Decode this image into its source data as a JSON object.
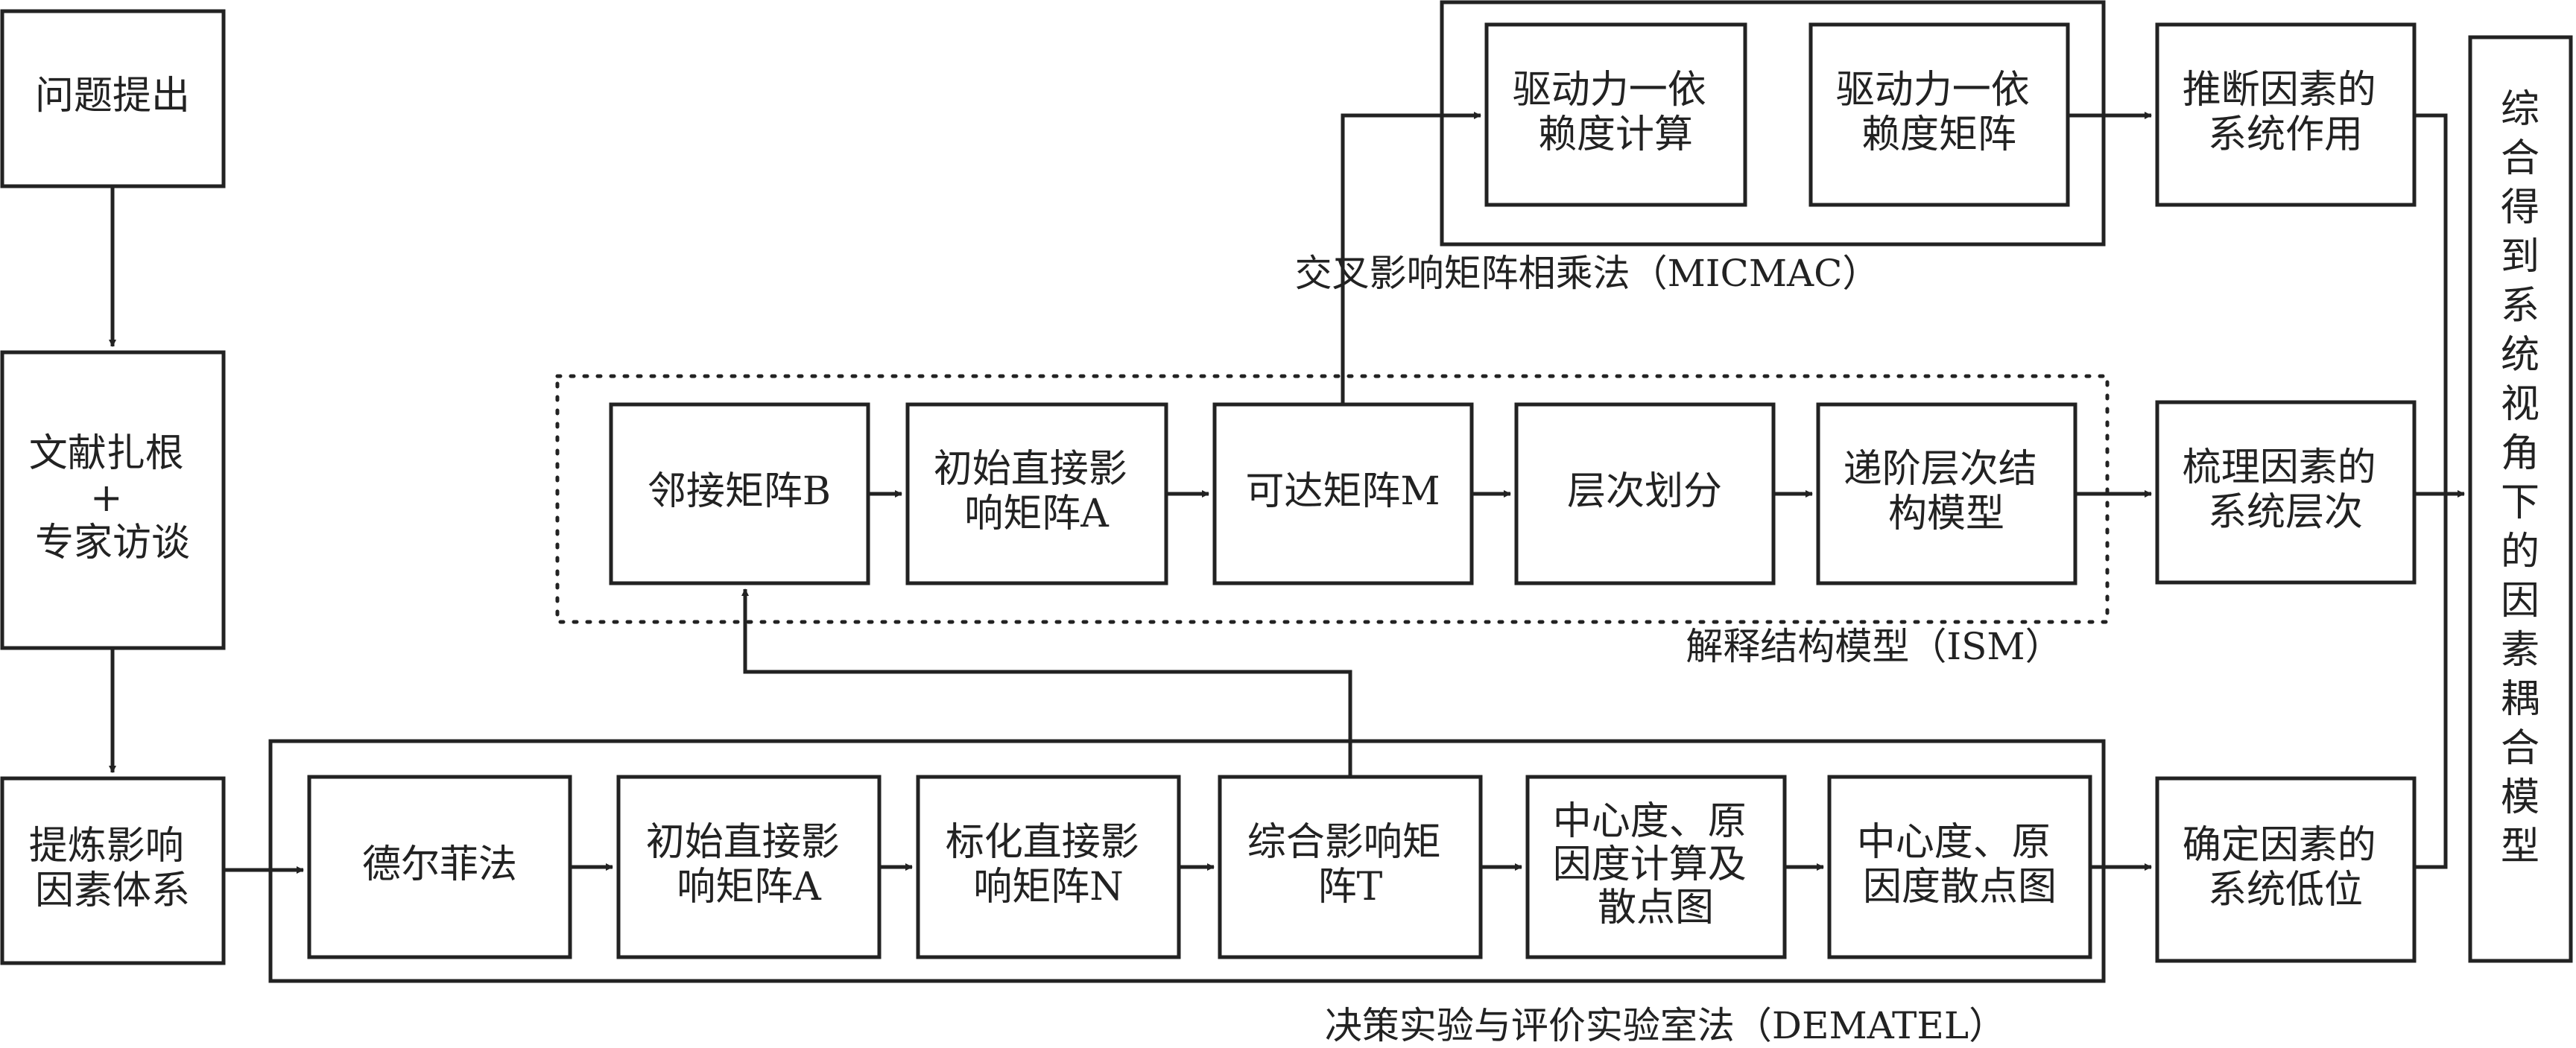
{
  "left": {
    "problem": [
      "问题提出"
    ],
    "literature": [
      "文献扎根",
      "+",
      "专家访谈"
    ],
    "factors": [
      "提炼影响",
      "因素体系"
    ]
  },
  "dematel": {
    "caption": "决策实验与评价实验室法（DEMATEL）",
    "delphi": [
      "德尔菲法"
    ],
    "initial": [
      "初始直接影",
      "响矩阵A"
    ],
    "normalized": [
      "标化直接影",
      "响矩阵N"
    ],
    "total": [
      "综合影响矩",
      "阵T"
    ],
    "calc": [
      "中心度、原",
      "因度计算及",
      "散点图"
    ],
    "scatter": [
      "中心度、原",
      "因度散点图"
    ]
  },
  "ism": {
    "caption": "解释结构模型（ISM）",
    "adjacency": [
      "邻接矩阵B"
    ],
    "initial": [
      "初始直接影",
      "响矩阵A"
    ],
    "reach": [
      "可达矩阵M"
    ],
    "levels": [
      "层次划分"
    ],
    "model": [
      "递阶层次结",
      "构模型"
    ]
  },
  "micmac": {
    "caption": "交叉影响矩阵相乘法（MICMAC）",
    "calc": [
      "驱动力一依",
      "赖度计算"
    ],
    "matrix": [
      "驱动力一依",
      "赖度矩阵"
    ]
  },
  "results": {
    "role": [
      "推断因素的",
      "系统作用"
    ],
    "hierarchy": [
      "梳理因素的",
      "系统层次"
    ],
    "position": [
      "确定因素的",
      "系统低位"
    ]
  },
  "final": [
    "综",
    "合",
    "得",
    "到",
    "系",
    "统",
    "视",
    "角",
    "下",
    "的",
    "因",
    "素",
    "耦",
    "合",
    "模",
    "型"
  ]
}
